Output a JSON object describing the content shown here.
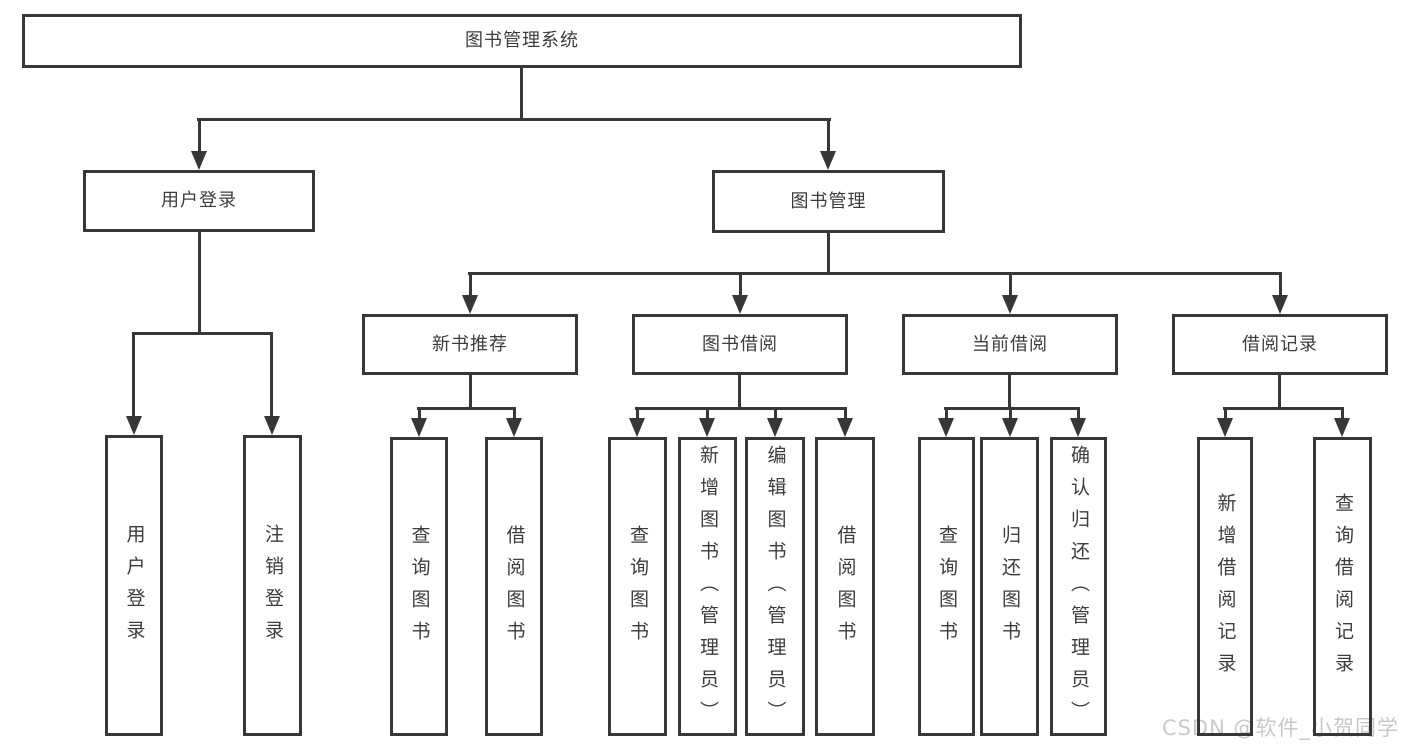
{
  "tree": {
    "root": {
      "label": "图书管理系统",
      "children": [
        {
          "label": "用户登录",
          "children": [
            {
              "label": "用户登录"
            },
            {
              "label": "注销登录"
            }
          ]
        },
        {
          "label": "图书管理",
          "children": [
            {
              "label": "新书推荐",
              "children": [
                {
                  "label": "查询图书"
                },
                {
                  "label": "借阅图书"
                }
              ]
            },
            {
              "label": "图书借阅",
              "children": [
                {
                  "label": "查询图书"
                },
                {
                  "label": "新增图书（管理员）"
                },
                {
                  "label": "编辑图书（管理员）"
                },
                {
                  "label": "借阅图书"
                }
              ]
            },
            {
              "label": "当前借阅",
              "children": [
                {
                  "label": "查询图书"
                },
                {
                  "label": "归还图书"
                },
                {
                  "label": "确认归还（管理员）"
                }
              ]
            },
            {
              "label": "借阅记录",
              "children": [
                {
                  "label": "新增借阅记录"
                },
                {
                  "label": "查询借阅记录"
                }
              ]
            }
          ]
        }
      ]
    }
  },
  "watermark": {
    "text": "CSDN @软件_小贺同学"
  },
  "colors": {
    "line": "#373737",
    "text": "#3c3c3c",
    "watermark": "#c9c9cd",
    "background": "#ffffff"
  }
}
